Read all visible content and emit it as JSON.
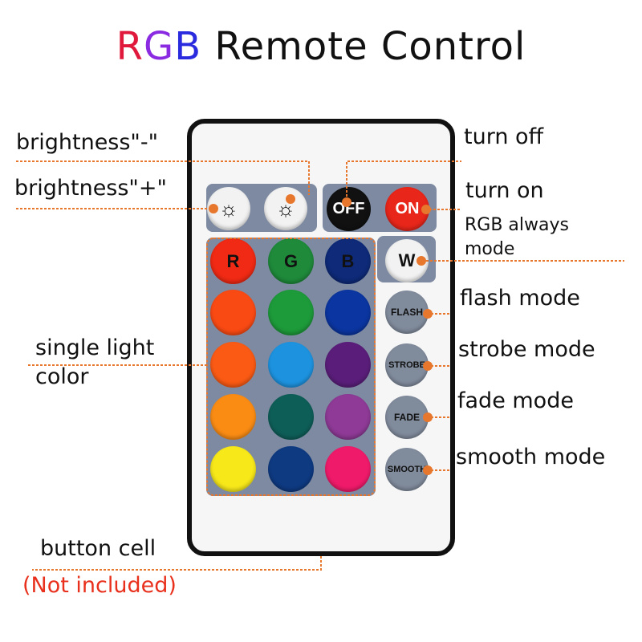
{
  "title": {
    "rgb": [
      "R",
      "G",
      "B"
    ],
    "rgb_colors": [
      "#e0183c",
      "#8a2be2",
      "#2a2adf"
    ],
    "rest": "Remote Control"
  },
  "labels": {
    "brightness_minus": "brightness\"-\"",
    "brightness_plus": "brightness\"+\"",
    "turn_off": "turn off",
    "turn_on": "turn on",
    "rgb_always_1": "RGB always",
    "rgb_always_2": "mode",
    "flash": "flash mode",
    "strobe": "strobe mode",
    "fade": "fade mode",
    "smooth": "smooth mode",
    "single_1": "single light",
    "single_2": "color",
    "button_cell": "button cell",
    "not_included": "(Not included)"
  },
  "buttons": {
    "off": "OFF",
    "on": "ON",
    "r": "R",
    "g": "G",
    "b": "B",
    "w": "W",
    "flash": "FLASH",
    "strobe": "STROBE",
    "fade": "FADE",
    "smooth": "SMOOTH"
  },
  "colors": {
    "leader": "#e8772e",
    "not_included": "#e8301c",
    "panel": "#7d8aa1",
    "grid": [
      [
        "#f02a14",
        "#1e8a3a",
        "#0e2a78"
      ],
      [
        "#fa4a14",
        "#1d9a3a",
        "#0b35a0"
      ],
      [
        "#fa5a14",
        "#1d93e0",
        "#5a1e7a"
      ],
      [
        "#fa8c14",
        "#0e5e58",
        "#8e3a96"
      ],
      [
        "#f7e81a",
        "#0e3a82",
        "#f01a6a"
      ]
    ]
  }
}
